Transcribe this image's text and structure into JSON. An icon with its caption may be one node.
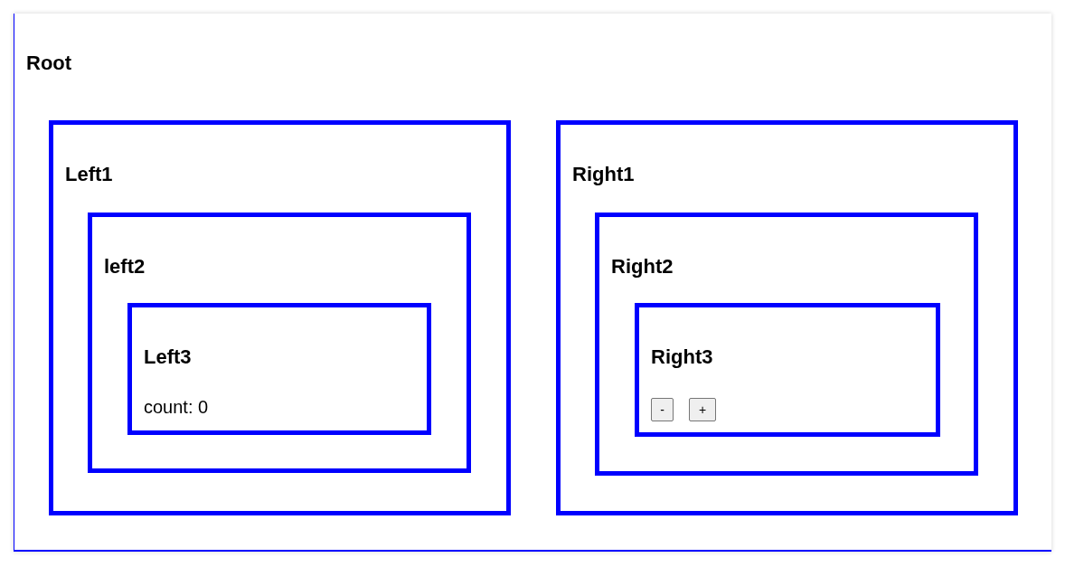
{
  "diagram": {
    "nodes": [
      {
        "text": [
          "Root"
        ]
      },
      {
        "text": [
          "Left1"
        ],
        "in": 0
      },
      {
        "text": [
          "left2"
        ],
        "in": 1
      },
      {
        "text": [
          "Left3",
          "count: 0"
        ],
        "in": 2
      },
      {
        "text": [
          "Right1"
        ],
        "in": 0
      },
      {
        "text": [
          "Right2"
        ],
        "in": 4
      },
      {
        "text": [
          "Right3"
        ],
        "in": 5
      },
      {
        "text": [
          "-"
        ],
        "in": 6
      },
      {
        "text": [
          "+"
        ],
        "in": 6
      }
    ]
  }
}
